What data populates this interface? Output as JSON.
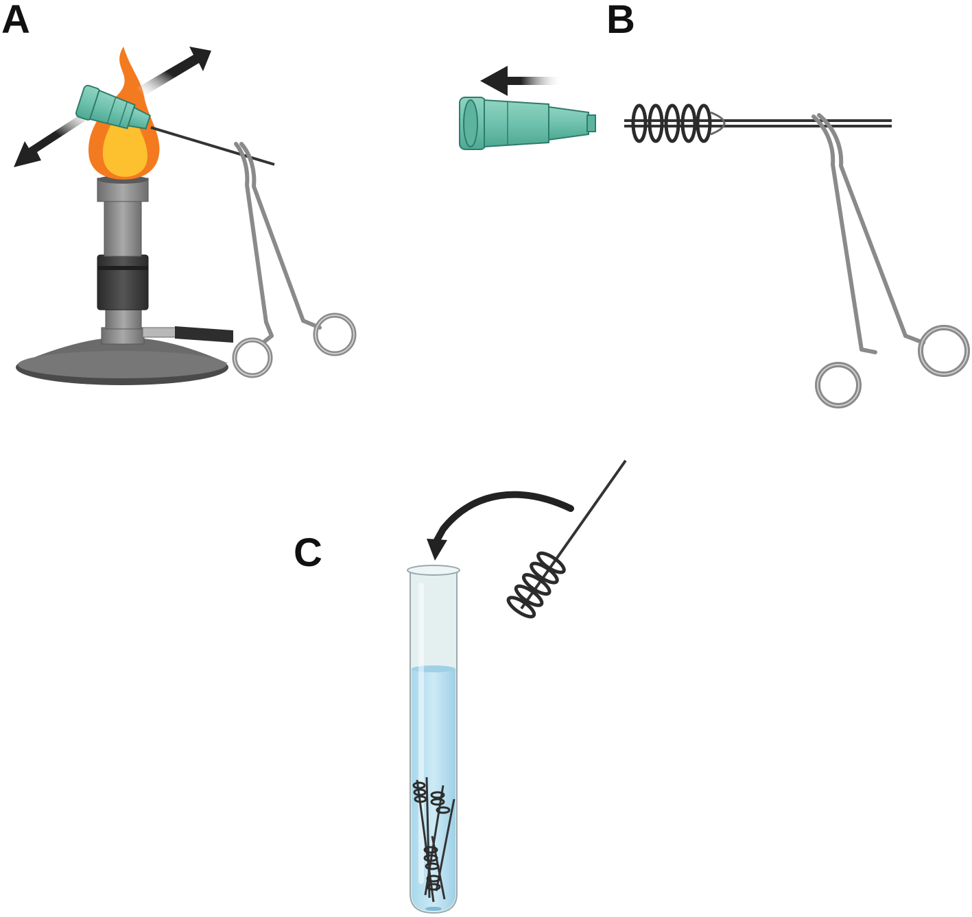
{
  "panels": {
    "a": {
      "label": "A"
    },
    "b": {
      "label": "B"
    },
    "c": {
      "label": "C"
    }
  },
  "colors": {
    "hub_fill": "#6fc2ad",
    "hub_stroke": "#2d7c6b",
    "flame_outer": "#f47a1f",
    "flame_inner": "#fdc02f",
    "burner_gray": "#8c8c8c",
    "burner_dark": "#3d3d3d",
    "wire": "#333333",
    "liquid": "#bfe3f2",
    "tube_glass": "#e4eff0",
    "arrow": "#222222"
  }
}
